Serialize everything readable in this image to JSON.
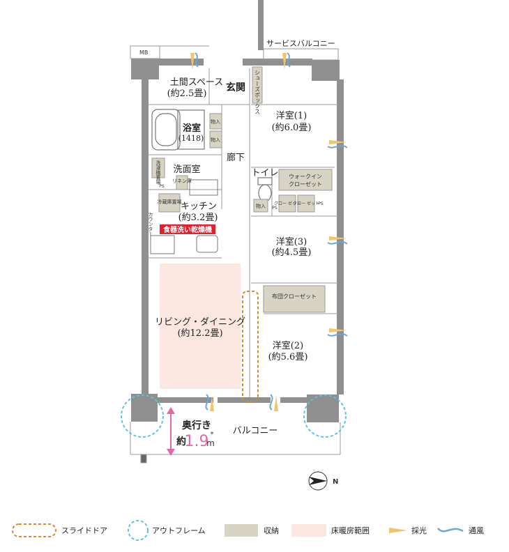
{
  "rooms": {
    "mb": "MB",
    "service_balcony": "サービスバルコニー",
    "doma_name": "土間スペース",
    "doma_size": "(約2.5畳)",
    "genkan": "玄関",
    "shoes_box": "シューズボックス",
    "bath_name": "浴室",
    "bath_size": "(1418)",
    "storage1": "物入",
    "storage2": "物入",
    "hallway": "廊下",
    "washer": "洗濯機置場",
    "washroom": "洗面室",
    "ps1": "PS",
    "linen": "リネン庫",
    "toilet": "トイレ",
    "wic_line1": "ウォークイン",
    "wic_line2": "クローゼット",
    "storage3": "物入",
    "closet1": "クロー ゼット",
    "closet2": "クロー ゼット",
    "ps2": "PS",
    "ps3": "PS",
    "fridge": "冷蔵庫置場",
    "kitchen_name": "キッチン",
    "kitchen_size": "(約3.2畳)",
    "counter": "カウンター",
    "dishwasher": "食器洗い乾燥機",
    "western1_name": "洋室(1)",
    "western1_size": "(約6.0畳)",
    "western3_name": "洋室(3)",
    "western3_size": "(約4.5畳)",
    "futon_closet": "布団クローゼット",
    "western2_name": "洋室(2)",
    "western2_size": "(約5.6畳)",
    "living_name": "リビング・ダイニング",
    "living_size": "(約12.2畳)",
    "balcony": "バルコニー",
    "depth_label": "奥行き",
    "depth_prefix": "約",
    "depth_value": "1.9",
    "depth_unit": "m",
    "depth_note": "*",
    "north": "N"
  },
  "legend": {
    "slide_door": "スライドドア",
    "out_frame": "アウトフレーム",
    "storage": "収納",
    "floor_heating": "床暖房範囲",
    "daylight": "採光",
    "ventilation": "通風"
  },
  "colors": {
    "wall": "#8f8f8f",
    "storage": "#d8d4c3",
    "floor_heating": "#fbe7df",
    "slide_door": "#d98a2b",
    "out_frame": "#5fc3df",
    "daylight": "#f3c46b",
    "ventilation": "#6aa6d8",
    "depth_arrow": "#e06aa6",
    "badge": "#e5202a"
  }
}
